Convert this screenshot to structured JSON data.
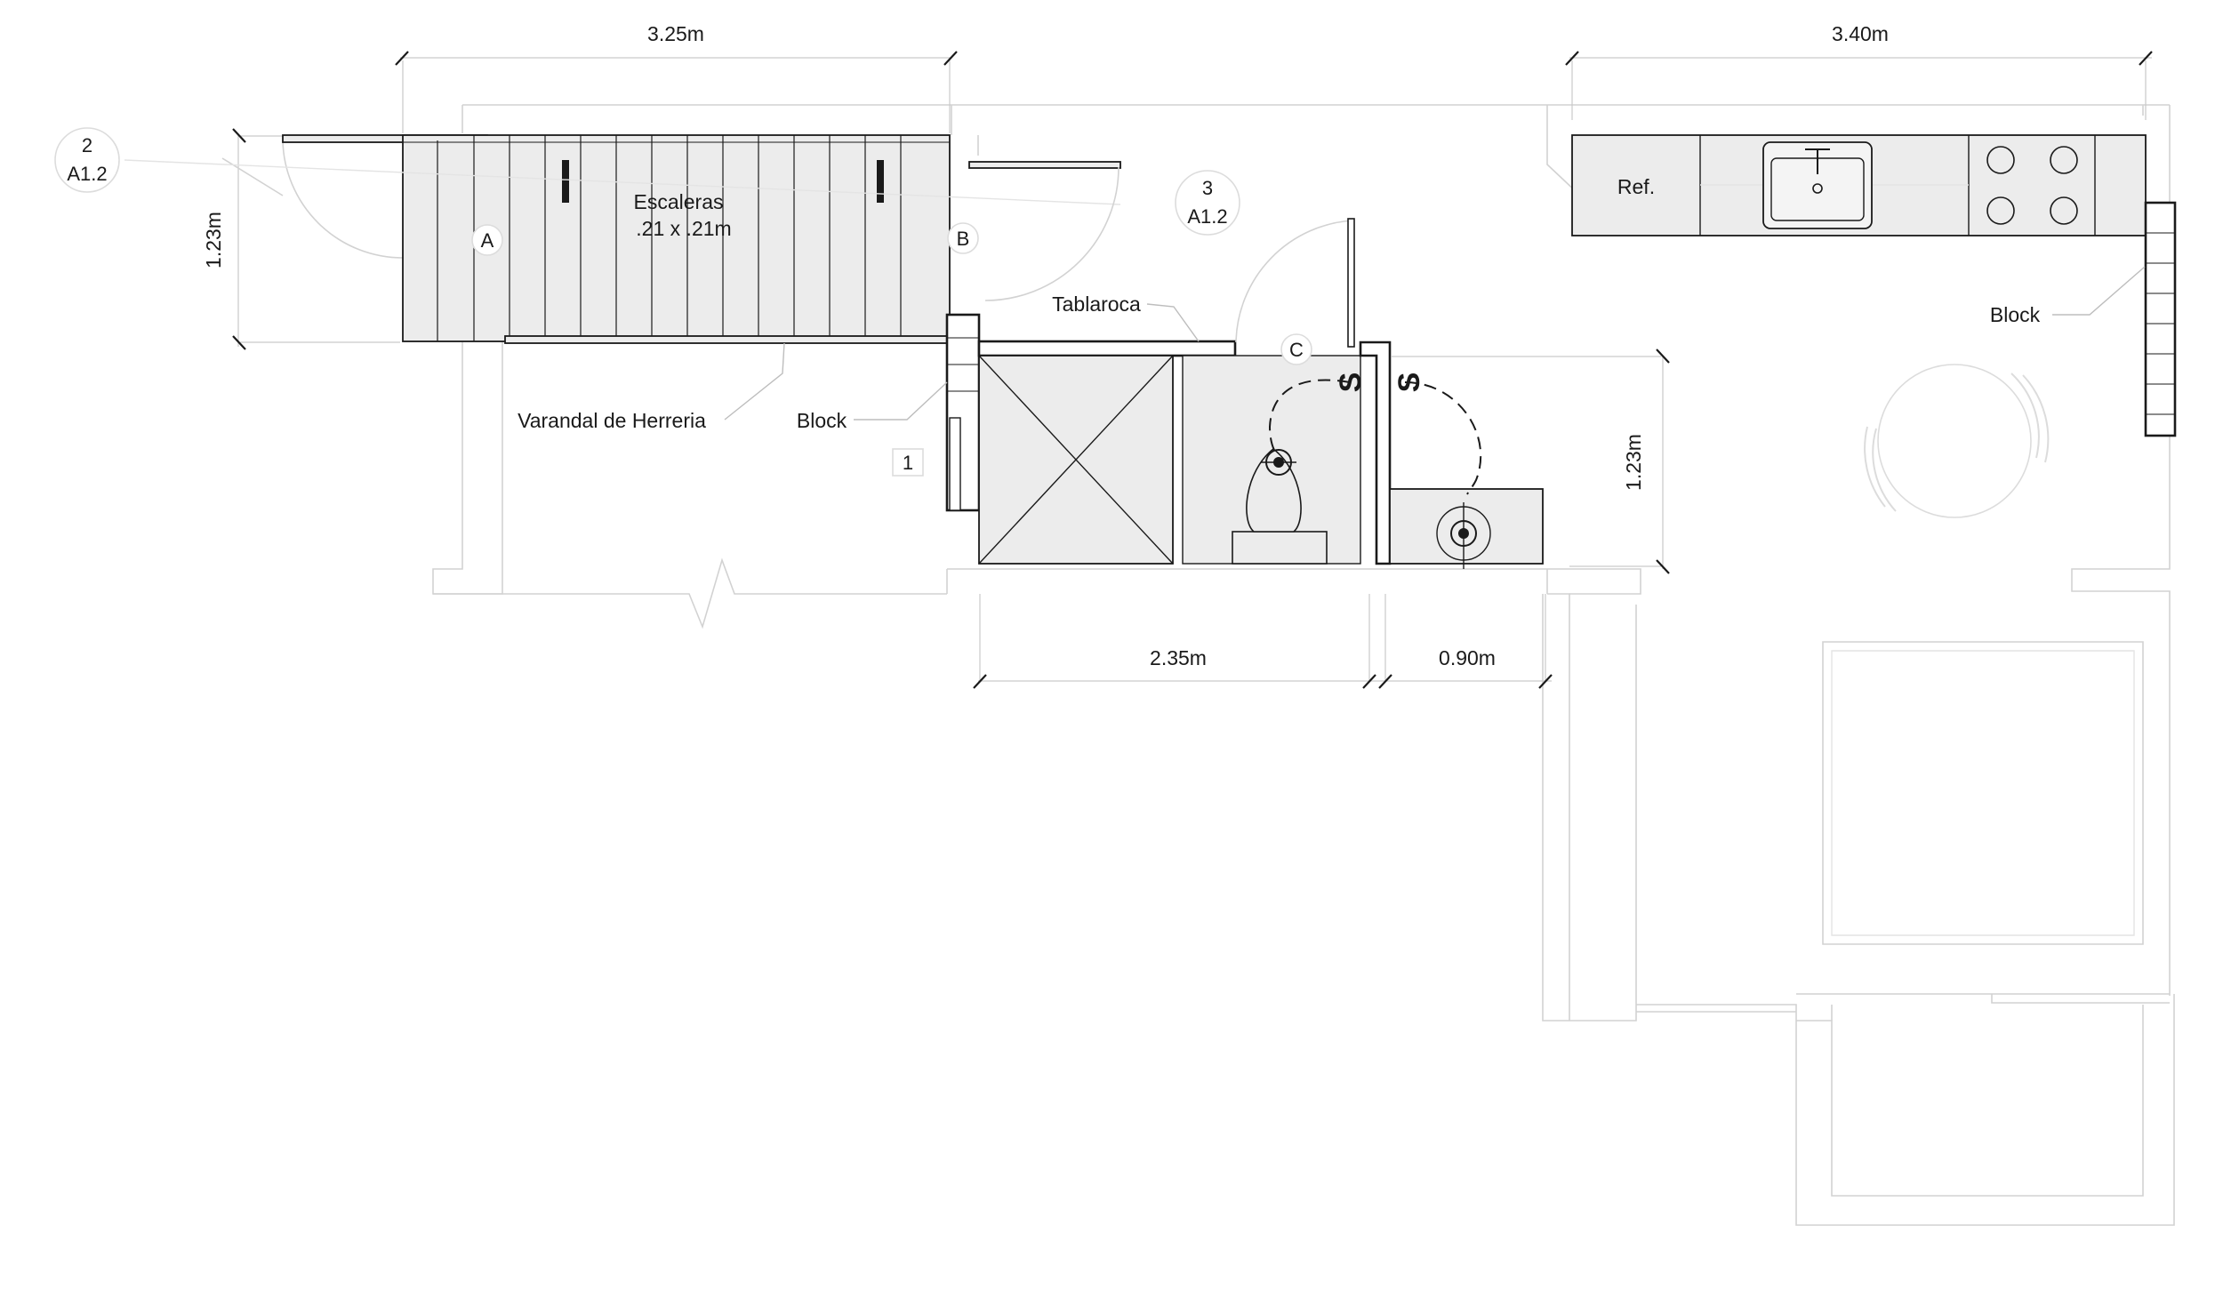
{
  "dimensions": {
    "stair_width": "3.25m",
    "kitchen_width": "3.40m",
    "stair_depth": "1.23m",
    "bath_depth": "1.23m",
    "bath_width": "2.35m",
    "closet_width": "0.90m"
  },
  "labels": {
    "stairs_title": "Escaleras",
    "stairs_size": ".21 x .21m",
    "railing": "Varandal de Herreria",
    "block_bath": "Block",
    "drywall": "Tablaroca",
    "block_kitchen": "Block",
    "fridge": "Ref."
  },
  "points": {
    "a": "A",
    "b": "B",
    "c": "C"
  },
  "section_marks": [
    {
      "number": "2",
      "sheet": "A1.2"
    },
    {
      "number": "3",
      "sheet": "A1.2"
    }
  ],
  "elevation_tag": "1",
  "switch_symbols": [
    "S",
    "S"
  ],
  "icons": {
    "sink": "sink-icon",
    "cooktop": "cooktop-icon",
    "toilet": "toilet-icon",
    "drain": "drain-icon",
    "shower": "shower-icon",
    "table": "dining-table-icon"
  }
}
